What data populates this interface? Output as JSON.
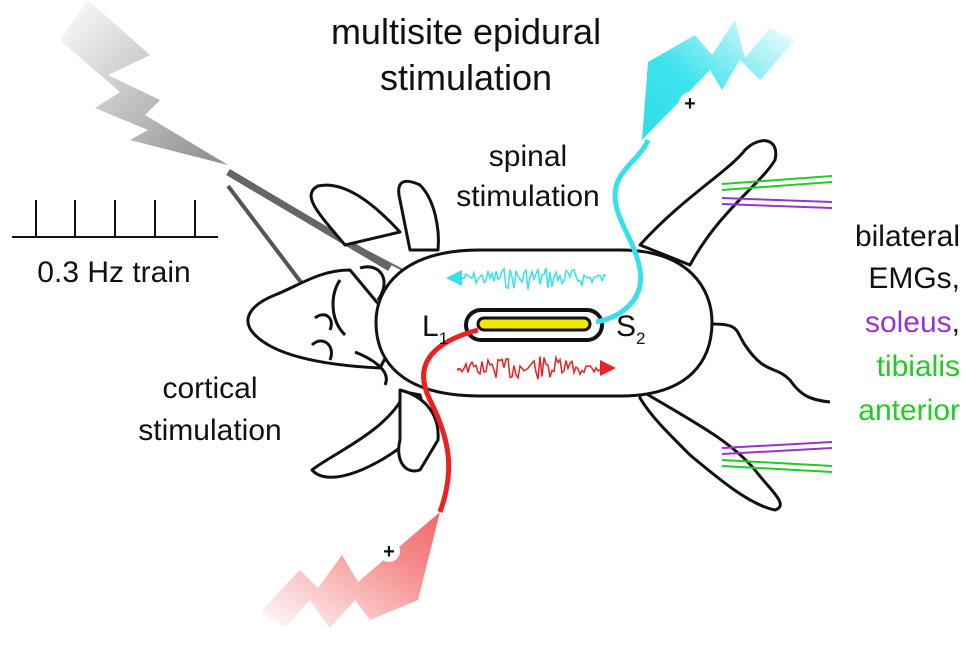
{
  "title": {
    "line1": "multisite epidural",
    "line2": "stimulation"
  },
  "labels": {
    "spinal_line1": "spinal",
    "spinal_line2": "stimulation",
    "train": "0.3 Hz train",
    "cortical_line1": "cortical",
    "cortical_line2": "stimulation",
    "electrode_left_letter": "L",
    "electrode_left_sub": "1",
    "electrode_right_letter": "S",
    "electrode_right_sub": "2"
  },
  "emg": {
    "line1": "bilateral",
    "line2": "EMGs,",
    "line3": "soleus",
    "line3_suffix": ",",
    "line4": "tibialis",
    "line5": "anterior"
  },
  "symbols": {
    "plus": "+"
  },
  "colors": {
    "cyan": "#36e0ec",
    "red": "#ee2020",
    "purple": "#9933cc",
    "green": "#22cc22",
    "yellow": "#f0e800",
    "gray": "#777777"
  },
  "icons": [
    "lightning-bolt-icon",
    "positive-electrode-icon"
  ]
}
